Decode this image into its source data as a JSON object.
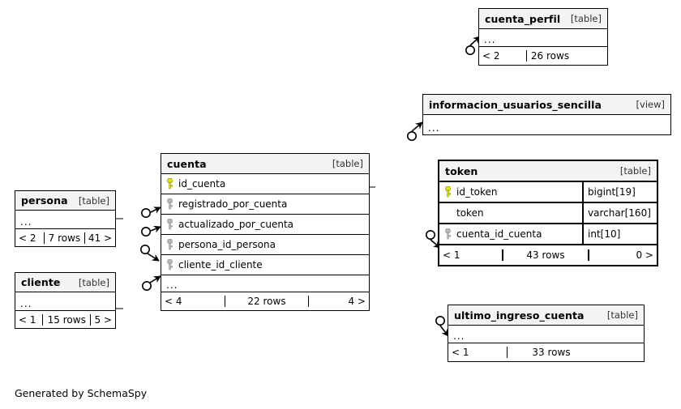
{
  "diagram": {
    "generator_note": "Generated by SchemaSpy",
    "key_icon_pk": "key-icon-primary",
    "key_icon_fk": "key-icon-foreign",
    "ellipsis": "...",
    "colors": {
      "header_bg": "#f3f3f3",
      "border": "#000000",
      "pk_key": "#e6e600",
      "fk_key": "#b3b3b3",
      "background": "#ffffff"
    }
  },
  "tables": {
    "cuenta_perfil": {
      "name": "cuenta_perfil",
      "type": "[table]",
      "ellipsis": "...",
      "footer": {
        "left": "< 2",
        "center": "26 rows",
        "right": ""
      }
    },
    "informacion_usuarios_sencilla": {
      "name": "informacion_usuarios_sencilla",
      "type": "[view]",
      "ellipsis": "..."
    },
    "token": {
      "name": "token",
      "type": "[table]",
      "columns": [
        {
          "name": "id_token",
          "type": "bigint[19]",
          "key": "pk"
        },
        {
          "name": "token",
          "type": "varchar[160]",
          "key": "none"
        },
        {
          "name": "cuenta_id_cuenta",
          "type": "int[10]",
          "key": "fk"
        }
      ],
      "footer": {
        "left": "< 1",
        "center": "43 rows",
        "right": "0 >"
      }
    },
    "ultimo_ingreso_cuenta": {
      "name": "ultimo_ingreso_cuenta",
      "type": "[table]",
      "ellipsis": "...",
      "footer": {
        "left": "< 1",
        "center": "33 rows",
        "right": ""
      }
    },
    "cuenta": {
      "name": "cuenta",
      "type": "[table]",
      "columns": [
        {
          "name": "id_cuenta",
          "key": "pk"
        },
        {
          "name": "registrado_por_cuenta",
          "key": "fk"
        },
        {
          "name": "actualizado_por_cuenta",
          "key": "fk"
        },
        {
          "name": "persona_id_persona",
          "key": "fk"
        },
        {
          "name": "cliente_id_cliente",
          "key": "fk"
        }
      ],
      "ellipsis": "...",
      "footer": {
        "left": "< 4",
        "center": "22 rows",
        "right": "4 >"
      }
    },
    "persona": {
      "name": "persona",
      "type": "[table]",
      "ellipsis": "...",
      "footer": {
        "left": "< 2",
        "center": "7 rows",
        "right": "41 >"
      }
    },
    "cliente": {
      "name": "cliente",
      "type": "[table]",
      "ellipsis": "...",
      "footer": {
        "left": "< 1",
        "center": "15 rows",
        "right": "5 >"
      }
    }
  }
}
